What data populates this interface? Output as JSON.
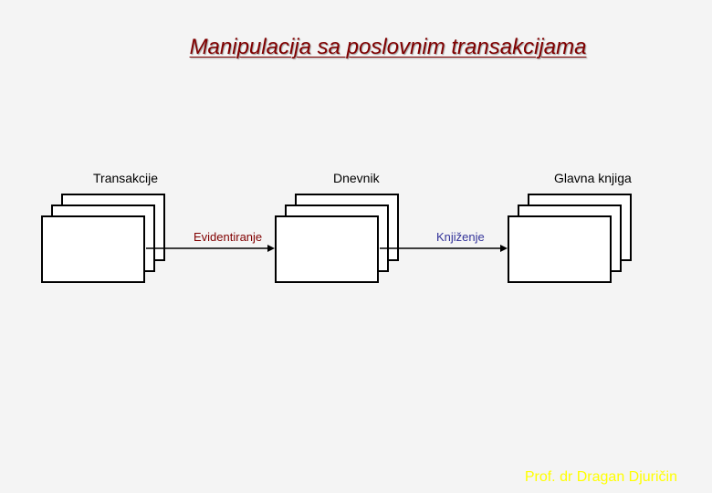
{
  "title": "Manipulacija sa poslovnim transakcijama",
  "nodes": {
    "transakcije": "Transakcije",
    "dnevnik": "Dnevnik",
    "glavna_knjiga": "Glavna knjiga"
  },
  "edges": {
    "evidentiranje": "Evidentiranje",
    "knjizenje": "Knjiženje"
  },
  "author": "Prof. dr Dragan Djuričin",
  "colors": {
    "title": "#800000",
    "evidentiranje": "#800000",
    "knjizenje": "#333399",
    "author": "#ffff00",
    "background": "#f4f4f4"
  }
}
